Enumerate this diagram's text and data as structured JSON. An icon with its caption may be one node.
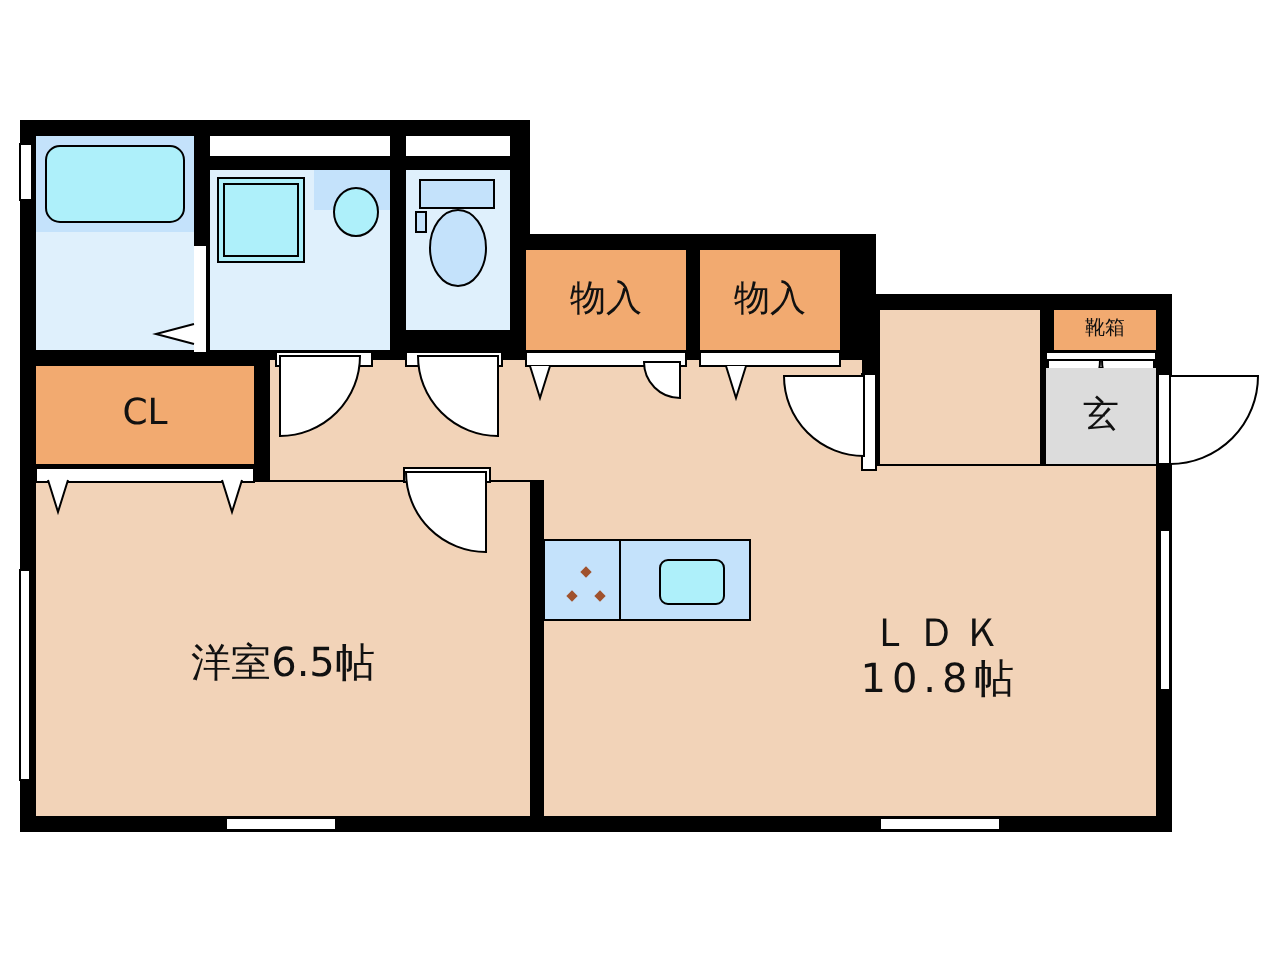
{
  "diagram": {
    "nodes": [
      {
        "text": [
          "CL"
        ]
      },
      {
        "text": [
          "物入"
        ]
      },
      {
        "text": [
          "物入"
        ]
      },
      {
        "text": [
          "靴箱"
        ]
      },
      {
        "text": [
          "玄"
        ]
      },
      {
        "text": [
          "洋室6.5帖"
        ]
      },
      {
        "text": [
          "ＬＤＫ",
          "10.8帖"
        ]
      }
    ]
  }
}
